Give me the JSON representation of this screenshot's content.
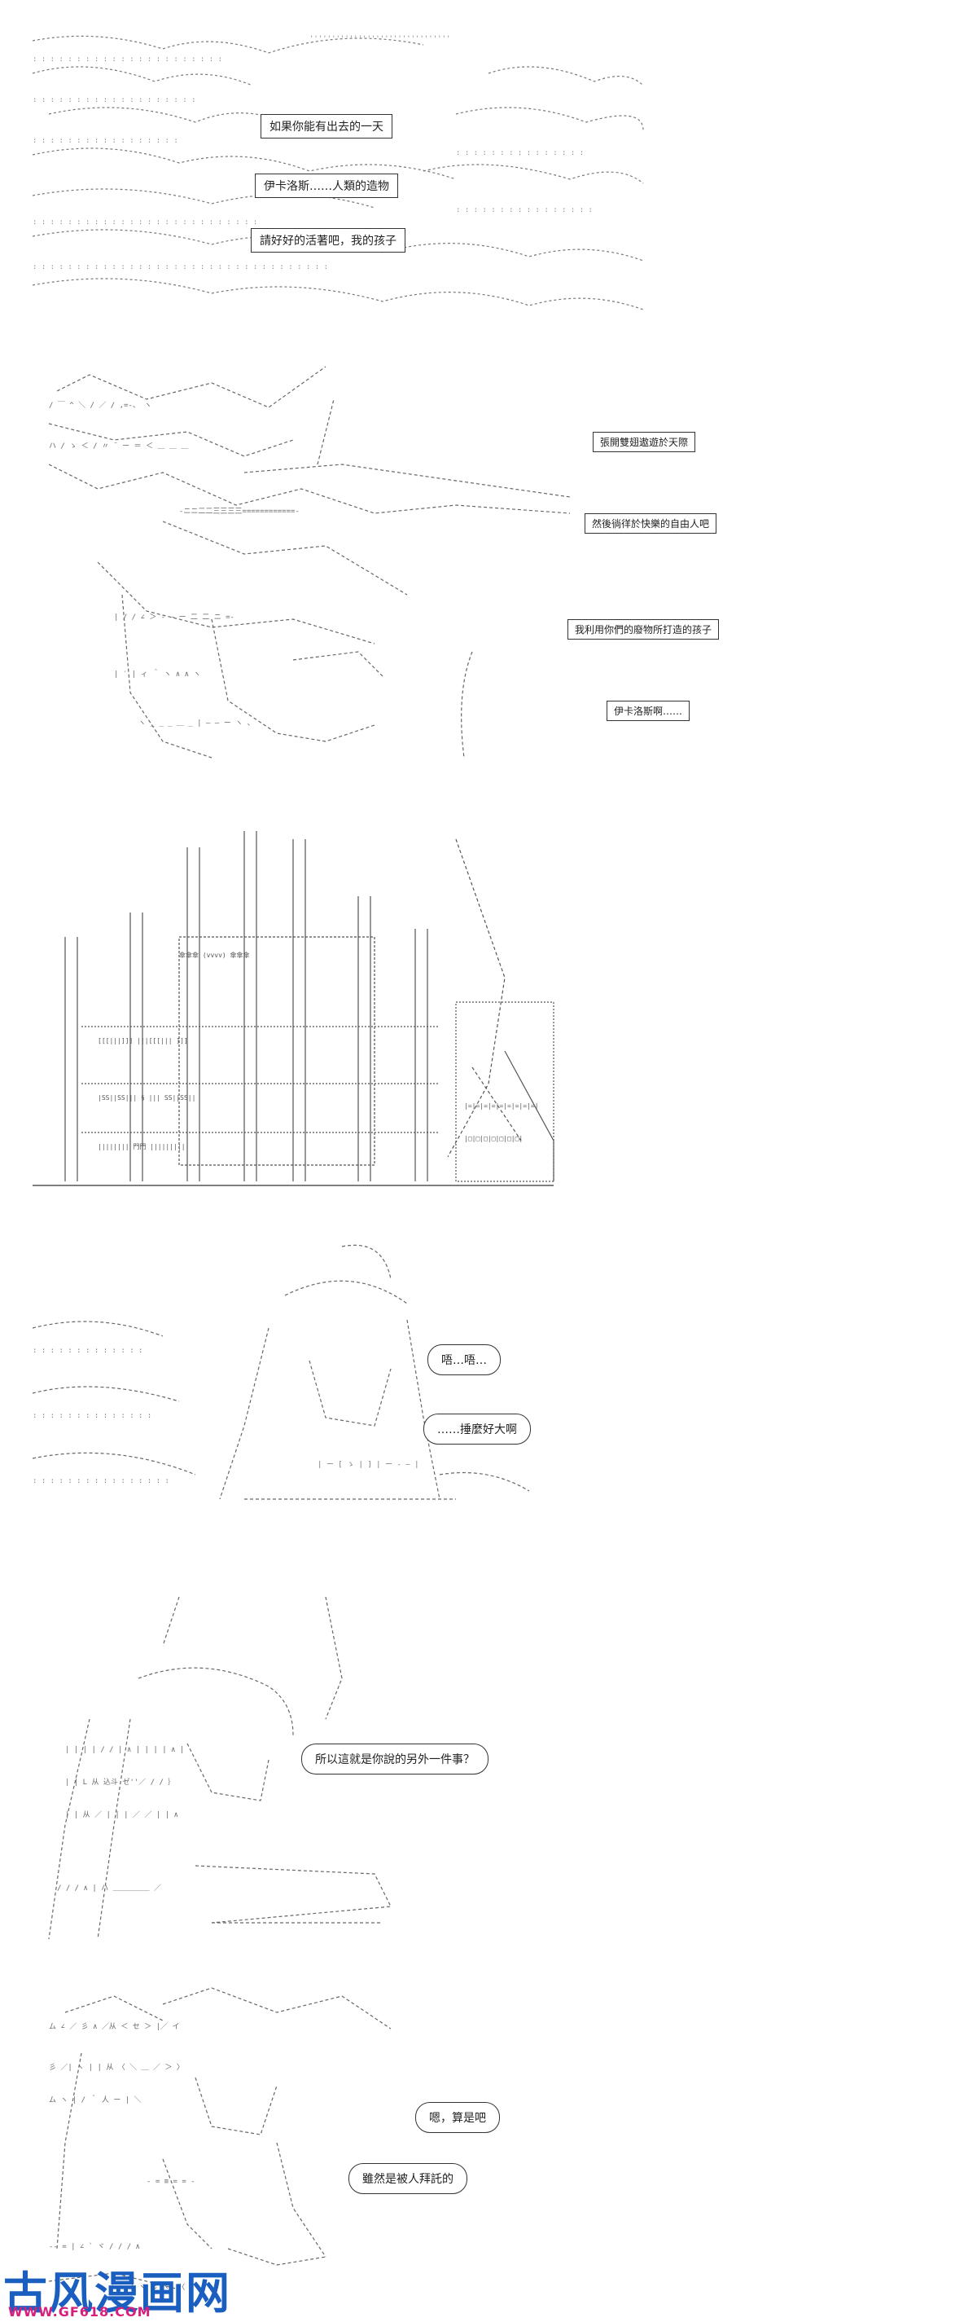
{
  "panel1": {
    "captions": [
      "如果你能有出去的一天",
      "伊卡洛斯……人類的造物",
      "請好好的活著吧，我的孩子"
    ]
  },
  "panel2": {
    "captions": [
      "張開雙翅遨遊於天際",
      "然後徜徉於快樂的自由人吧",
      "我利用你們的廢物所打造的孩子",
      "伊卡洛斯啊……"
    ]
  },
  "panel4": {
    "bubbles": [
      "唔…唔…",
      "……捶麼好大啊"
    ]
  },
  "panel5": {
    "bubbles": [
      "所以這就是你說的另外一件事？"
    ]
  },
  "panel6": {
    "bubbles": [
      "嗯，算是吧",
      "雖然是被人拜託的"
    ]
  },
  "watermark": {
    "logo": "古风漫画网",
    "url": "WWW.GF618.COM"
  }
}
